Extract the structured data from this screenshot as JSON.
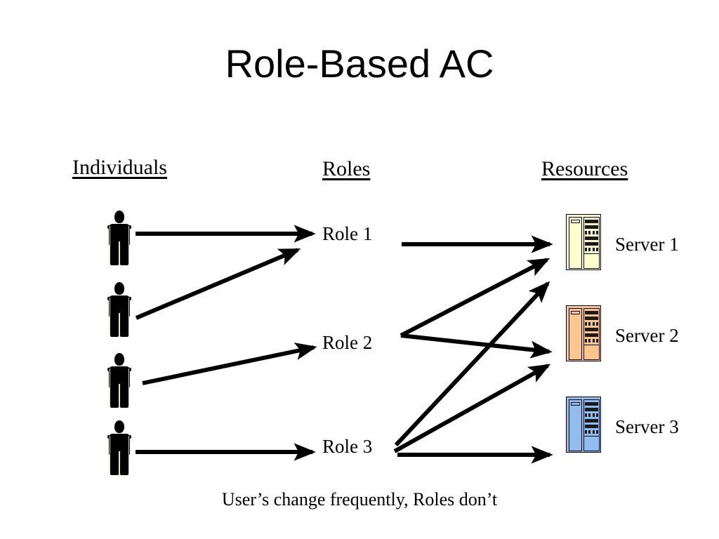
{
  "slide": {
    "title": "Role-Based AC",
    "caption": "User’s change frequently, Roles don’t",
    "background_color": "#ffffff",
    "text_color": "#000000"
  },
  "columns": {
    "individuals_header": "Individuals",
    "roles_header": "Roles",
    "resources_header": "Resources"
  },
  "individuals": [
    {
      "id": "individual-1",
      "icon": "person-icon"
    },
    {
      "id": "individual-2",
      "icon": "person-icon"
    },
    {
      "id": "individual-3",
      "icon": "person-icon"
    },
    {
      "id": "individual-4",
      "icon": "person-icon"
    }
  ],
  "roles": [
    {
      "label": "Role 1"
    },
    {
      "label": "Role 2"
    },
    {
      "label": "Role 3"
    }
  ],
  "resources": [
    {
      "label": "Server 1",
      "icon": "server-rack-icon",
      "color": "#feffcc"
    },
    {
      "label": "Server 2",
      "icon": "server-rack-icon",
      "color": "#fbc68d"
    },
    {
      "label": "Server 3",
      "icon": "server-rack-icon",
      "color": "#8fbdf0"
    }
  ],
  "mappings": {
    "individual_to_role": [
      {
        "from": "individual-1",
        "to": "Role 1"
      },
      {
        "from": "individual-2",
        "to": "Role 1"
      },
      {
        "from": "individual-3",
        "to": "Role 2"
      },
      {
        "from": "individual-4",
        "to": "Role 3"
      }
    ],
    "role_to_resource": [
      {
        "from": "Role 1",
        "to": "Server 1"
      },
      {
        "from": "Role 2",
        "to": "Server 1"
      },
      {
        "from": "Role 2",
        "to": "Server 2"
      },
      {
        "from": "Role 3",
        "to": "Server 1"
      },
      {
        "from": "Role 3",
        "to": "Server 2"
      },
      {
        "from": "Role 3",
        "to": "Server 3"
      }
    ]
  },
  "arrow_style": {
    "color": "#000000",
    "stroke_width": 6
  }
}
